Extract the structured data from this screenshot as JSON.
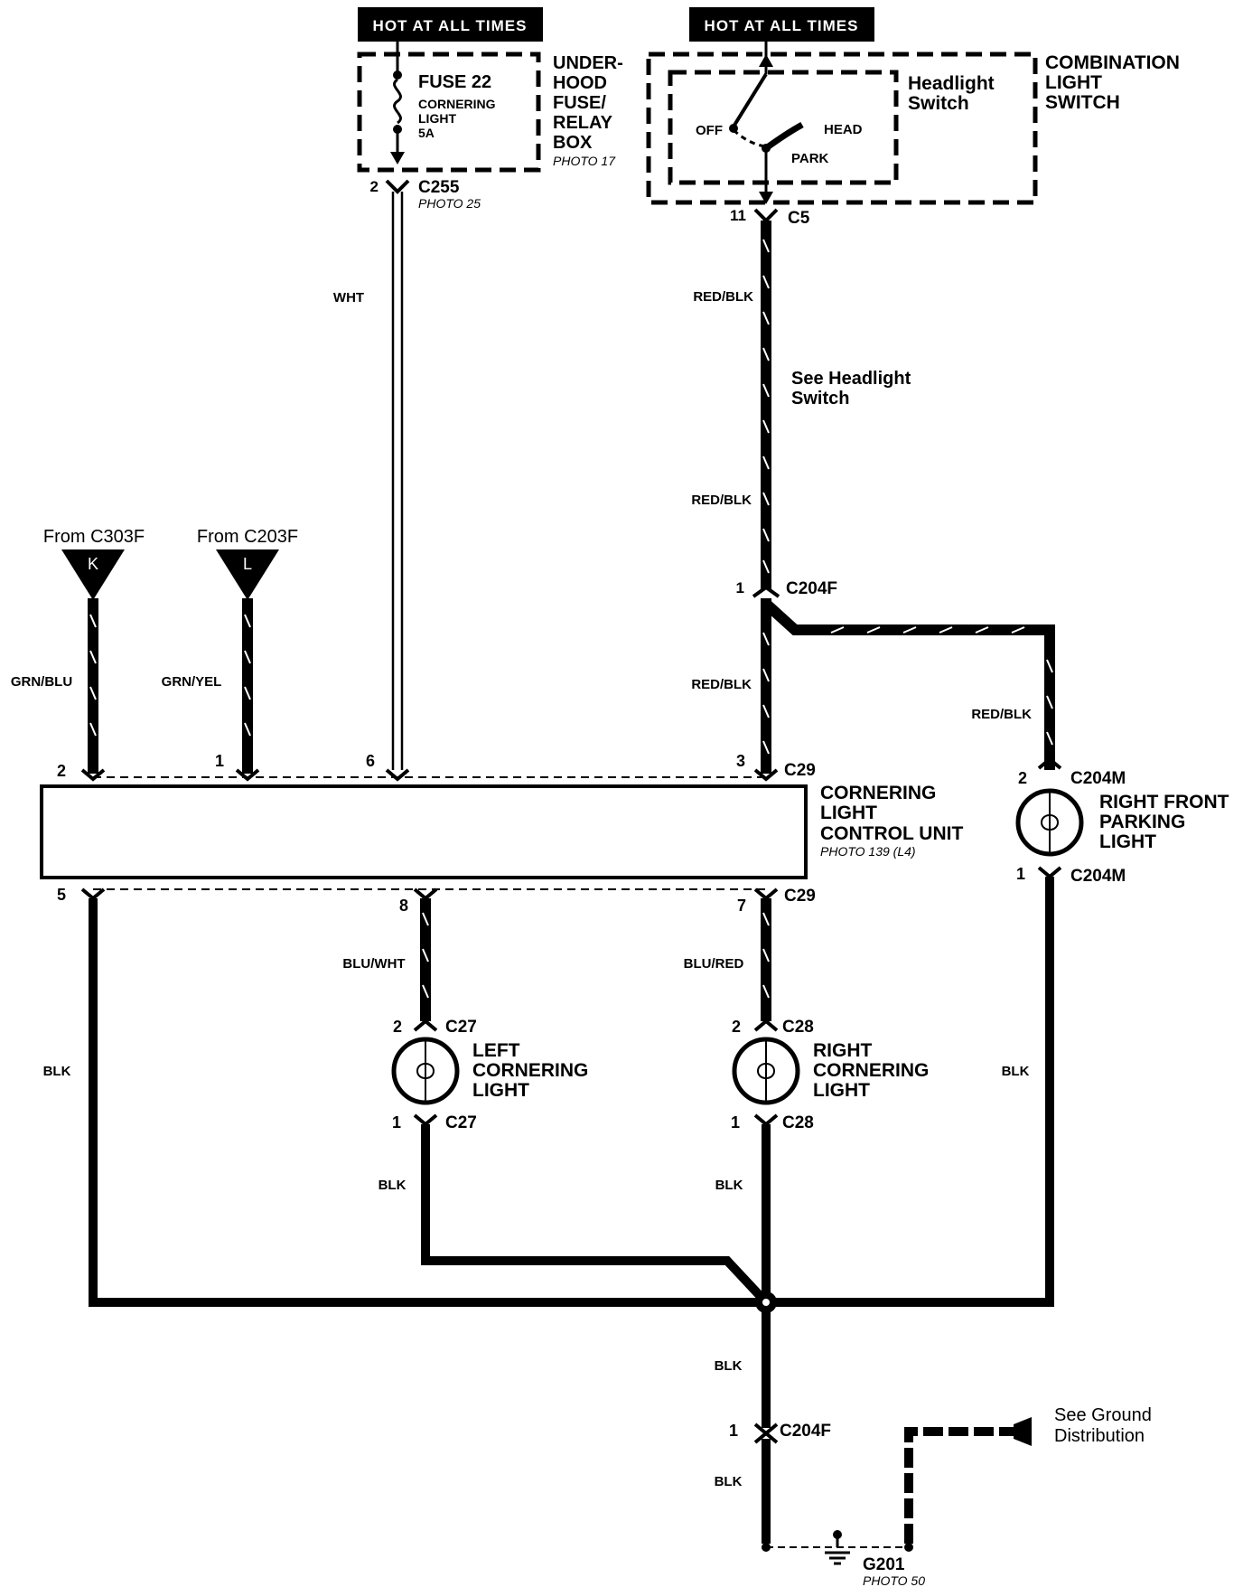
{
  "sources": {
    "hot_left": "HOT AT ALL TIMES",
    "hot_right": "HOT AT ALL TIMES",
    "from_left": "From C303F",
    "from_right": "From C203F",
    "flag_left": "K",
    "flag_right": "L"
  },
  "fuse_box": {
    "fuse": "FUSE 22",
    "circuit_line1": "CORNERING",
    "circuit_line2": "LIGHT",
    "rating": "5A",
    "label_line1": "UNDER-",
    "label_line2": "HOOD",
    "label_line3": "FUSE/",
    "label_line4": "RELAY",
    "label_line5": "BOX",
    "photo": "PHOTO 17"
  },
  "switch": {
    "name_line1": "Headlight",
    "name_line2": "Switch",
    "pos_off": "OFF",
    "pos_head": "HEAD",
    "pos_park": "PARK",
    "label_line1": "COMBINATION",
    "label_line2": "LIGHT",
    "label_line3": "SWITCH"
  },
  "connectors": {
    "c255_pin": "2",
    "c255": "C255",
    "c255_photo": "PHOTO 25",
    "c5_pin": "11",
    "c5": "C5",
    "c204f_pin": "1",
    "c204f": "C204F",
    "c29_top_pins": [
      "2",
      "1",
      "6",
      "3"
    ],
    "c29_top": "C29",
    "c29_bot_pins": [
      "5",
      "8",
      "7"
    ],
    "c29_bot": "C29",
    "c204m_top_pin": "2",
    "c204m_top": "C204M",
    "c204m_bot_pin": "1",
    "c204m_bot": "C204M",
    "c27_top_pin": "2",
    "c27_top": "C27",
    "c27_bot_pin": "1",
    "c27_bot": "C27",
    "c28_top_pin": "2",
    "c28_top": "C28",
    "c28_bot_pin": "1",
    "c28_bot": "C28",
    "c204f_ground_pin": "1",
    "c204f_ground": "C204F"
  },
  "wires": {
    "wht": "WHT",
    "red_blk_1": "RED/BLK",
    "red_blk_2": "RED/BLK",
    "red_blk_3": "RED/BLK",
    "red_blk_4": "RED/BLK",
    "grn_blu": "GRN/BLU",
    "grn_yel": "GRN/YEL",
    "blu_wht": "BLU/WHT",
    "blu_red": "BLU/RED",
    "blk_left": "BLK",
    "blk_c27": "BLK",
    "blk_c28": "BLK",
    "blk_right": "BLK",
    "blk_main": "BLK",
    "blk_lower": "BLK"
  },
  "notes": {
    "see_headlight_line1": "See Headlight",
    "see_headlight_line2": "Switch",
    "see_ground_line1": "See Ground",
    "see_ground_line2": "Distribution"
  },
  "control_unit": {
    "line1": "CORNERING",
    "line2": "LIGHT",
    "line3": "CONTROL UNIT",
    "photo": "PHOTO 139 (L4)"
  },
  "lamps": {
    "left_line1": "LEFT",
    "left_line2": "CORNERING",
    "left_line3": "LIGHT",
    "right_line1": "RIGHT",
    "right_line2": "CORNERING",
    "right_line3": "LIGHT",
    "park_line1": "RIGHT FRONT",
    "park_line2": "PARKING",
    "park_line3": "LIGHT"
  },
  "ground": {
    "name": "G201",
    "photo": "PHOTO 50"
  }
}
